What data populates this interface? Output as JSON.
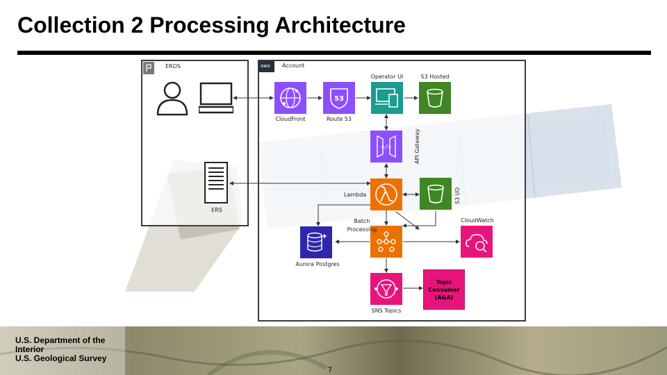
{
  "title": "Collection 2 Processing Architecture",
  "footer": {
    "line1": "U.S. Department of the Interior",
    "line2": "U.S. Geological Survey"
  },
  "page_number": "7",
  "diagram": {
    "eros_label": "EROS",
    "account_label": "Account",
    "aws_badge": "aws",
    "nodes": {
      "operator_ui": "Operator UI",
      "s3_hosted": "S3 Hosted",
      "cloudfront": "CloudFront",
      "route53": "Route 53",
      "api_gateway": "API Gateway",
      "lambda": "Lambda",
      "s3_io": "S3 I/O",
      "ers": "ERS",
      "batch_processing_1": "Batch",
      "batch_processing_2": "Processing",
      "cloudwatch": "CloudWatch",
      "aurora_postgres": "Aurora Postgres",
      "sns_topics": "SNS Topics",
      "topic_consumer_1": "Topic",
      "topic_consumer_2": "Consumer",
      "topic_consumer_3": "(A&A)"
    },
    "colors": {
      "networking": "#8c4fff",
      "compute": "#ed7100",
      "storage": "#3f8624",
      "database": "#2e27ad",
      "app_integration": "#e7157b",
      "management": "#e7157b"
    }
  }
}
